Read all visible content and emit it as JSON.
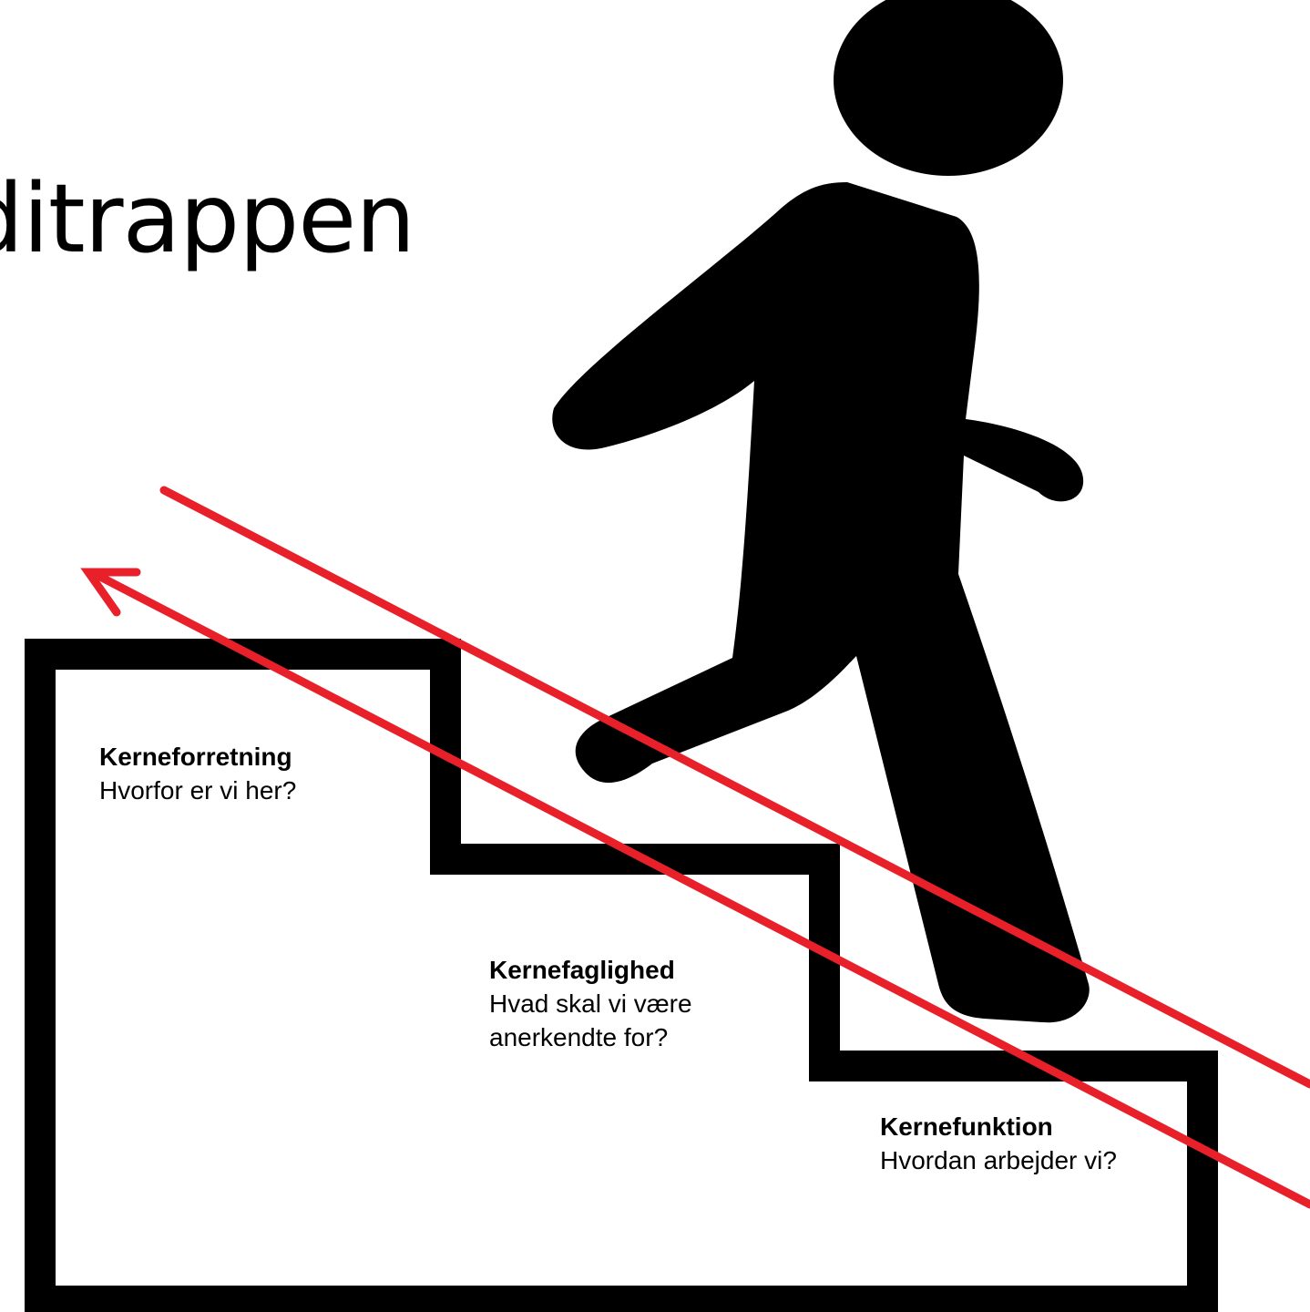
{
  "title": "ditrappen",
  "steps": [
    {
      "heading": "Kerneforretning",
      "question": "Hvorfor er vi her?"
    },
    {
      "heading": "Kernefaglighed",
      "question": "Hvad skal vi være anerkendte for?"
    },
    {
      "heading": "Kernefunktion",
      "question": "Hvordan arbejder vi?"
    }
  ],
  "icons": {
    "figure": "walking-person-icon",
    "arrow": "up-left-arrow-icon"
  },
  "colors": {
    "figure": "#000000",
    "stairs": "#000000",
    "lines": "#e8202a",
    "background": "#ffffff"
  }
}
